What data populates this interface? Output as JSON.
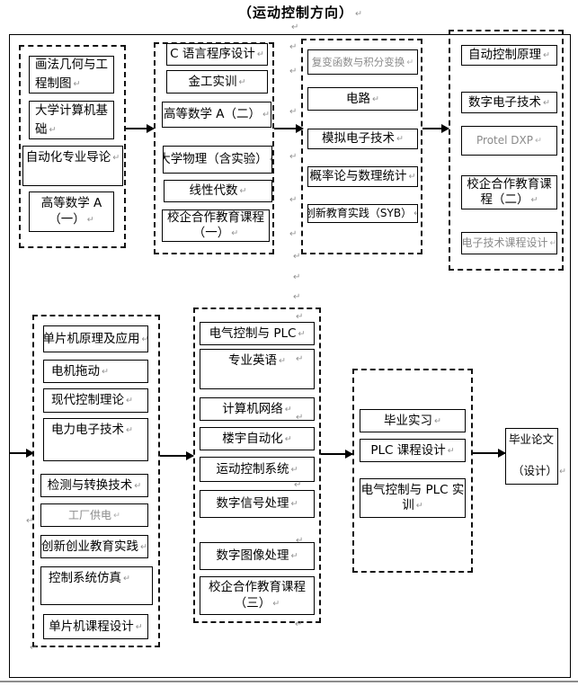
{
  "title": "（运动控制方向）",
  "glyphs": {
    "return_mark": "↵"
  },
  "colors": {
    "muted_text": "#8a8a8a",
    "line": "#000000"
  },
  "cols": {
    "c1": {
      "boxes": [
        {
          "l1": "画法几何与工程制图"
        },
        {
          "l1": "大学计算机基础"
        },
        {
          "l1": "自动化专业导论"
        },
        {
          "l1": "高等数学 A",
          "l2": "（一）"
        }
      ]
    },
    "c2": {
      "boxes": [
        {
          "l1": "C 语言程序设计"
        },
        {
          "l1": "金工实训"
        },
        {
          "l1": "高等数学 A（二）"
        },
        {
          "l1": "大学物理（含实验）"
        },
        {
          "l1": "线性代数"
        },
        {
          "l1": "校企合作教育课程",
          "l2": "（一）"
        }
      ]
    },
    "c3": {
      "boxes": [
        {
          "l1": "复变函数与积分变换"
        },
        {
          "l1": "电路"
        },
        {
          "l1": "模拟电子技术"
        },
        {
          "l1": "概率论与数理统计"
        },
        {
          "l1": "创新教育实践（SYB）"
        }
      ]
    },
    "c4": {
      "boxes": [
        {
          "l1": "自动控制原理"
        },
        {
          "l1": "数字电子技术"
        },
        {
          "l1": "Protel DXP"
        },
        {
          "l1": "校企合作教育课",
          "l2": "程（二）"
        },
        {
          "l1": "电子技术课程设计"
        }
      ]
    },
    "c5": {
      "boxes": [
        {
          "l1": "单片机原理及应用"
        },
        {
          "l1": "电机拖动"
        },
        {
          "l1": "现代控制理论"
        },
        {
          "l1": "电力电子技术"
        },
        {
          "l1": "检测与转换技术"
        },
        {
          "l1": "工厂供电"
        },
        {
          "l1": "创新创业教育实践"
        },
        {
          "l1": "控制系统仿真"
        },
        {
          "l1": "单片机课程设计"
        }
      ]
    },
    "c6": {
      "boxes": [
        {
          "l1": "电气控制与 PLC"
        },
        {
          "l1": "专业英语"
        },
        {
          "l1": "计算机网络"
        },
        {
          "l1": "楼宇自动化"
        },
        {
          "l1": "运动控制系统"
        },
        {
          "l1": "数字信号处理"
        },
        {
          "l1": "数字图像处理"
        },
        {
          "l1": "校企合作教育课程",
          "l2": "（三）"
        }
      ]
    },
    "c7": {
      "boxes": [
        {
          "l1": "毕业实习"
        },
        {
          "l1": "PLC 课程设计"
        },
        {
          "l1": "电气控制与 PLC 实",
          "l2": "训"
        }
      ]
    },
    "final": {
      "l1": "毕业论文",
      "l2": "（设计）"
    }
  }
}
